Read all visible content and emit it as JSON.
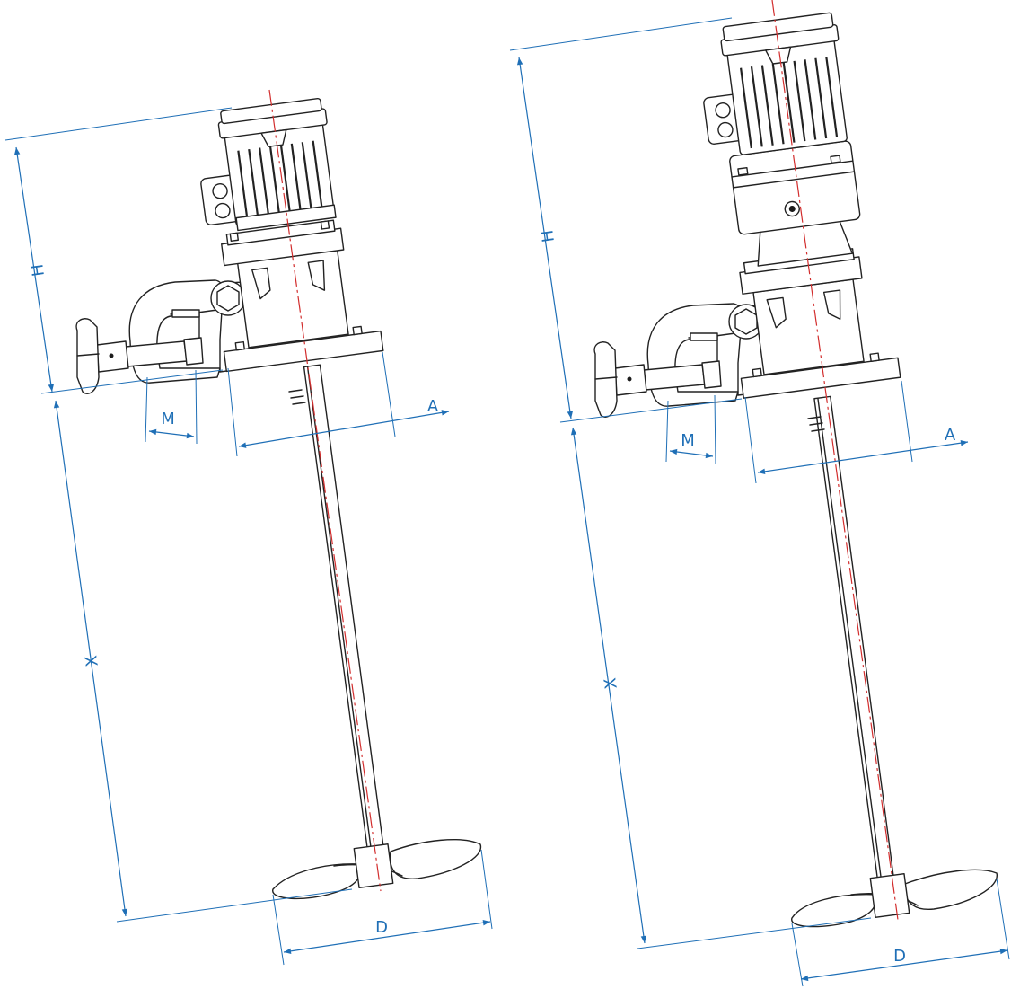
{
  "figure": {
    "colors": {
      "outline": "#222222",
      "centerline": "#d22d2d",
      "dimension": "#1f6fb6",
      "background": "#ffffff"
    },
    "variants": [
      {
        "name": "mixer-direct-drive",
        "dimension_labels": {
          "height": "H",
          "shaft_length": "X",
          "clamp_opening": "M",
          "flange": "A",
          "impeller": "D"
        }
      },
      {
        "name": "mixer-gear-drive",
        "dimension_labels": {
          "height": "H",
          "shaft_length": "X",
          "clamp_opening": "M",
          "flange": "A",
          "impeller": "D"
        }
      }
    ]
  }
}
